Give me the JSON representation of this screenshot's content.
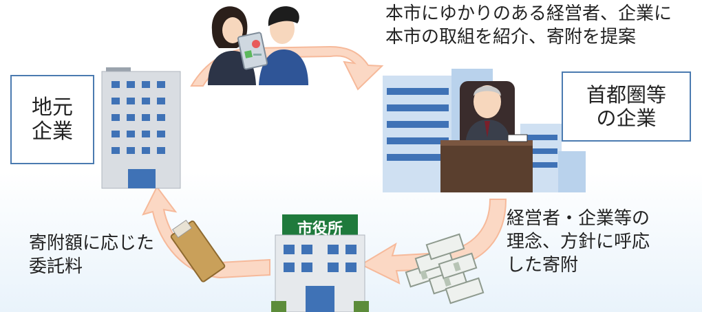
{
  "nodes": {
    "local_company": {
      "lines": [
        "地元",
        "企業"
      ]
    },
    "metro_company": {
      "lines": [
        "首都圏等",
        "の企業"
      ]
    },
    "city_hall": {
      "sign": "市役所"
    }
  },
  "flows": {
    "introduce": {
      "lines": [
        "本市にゆかりのある経営者、企業に",
        "本市の取組を紹介、寄附を提案"
      ]
    },
    "donation": {
      "lines": [
        "経営者・企業等の",
        "理念、方針に呼応",
        "した寄附"
      ]
    },
    "commission": {
      "lines": [
        "寄附額に応じた",
        "委託料"
      ]
    }
  },
  "colors": {
    "box_border": "#4a7ab0",
    "arrow": "#fbd8c4",
    "arrow_edge": "#f6b99a",
    "building_blue": "#3f72b6",
    "background_tint": "#e9f3fb"
  }
}
